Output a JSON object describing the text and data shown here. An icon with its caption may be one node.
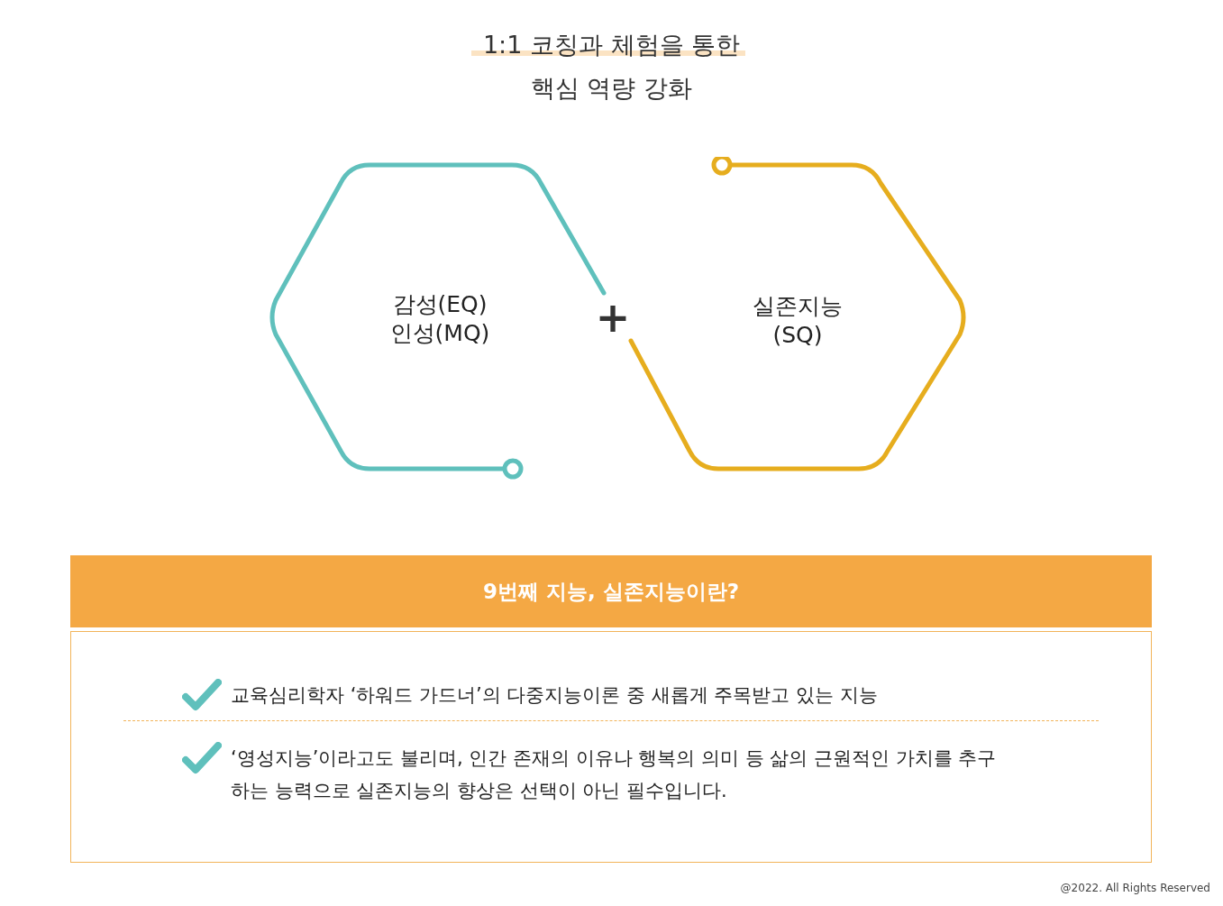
{
  "diagram": {
    "title": "1:1 코칭과 체험을 통한 핵심 역량 강화",
    "nodes": [
      {
        "text": [
          "감성(EQ)",
          "인성(MQ)"
        ]
      },
      {
        "text": [
          "실존지능 (SQ)"
        ]
      },
      {
        "text": [
          "9번째 지능, 실존지능이란?"
        ]
      },
      {
        "text": [
          "교육심리학자 ‘하워드 가드너’의 다중지능이론 중 새롭게 주목받고 있는 지능",
          "‘영성지능’이라고도 불리며, 인간 존재의 이유나 행복의 의미 등 삶의 근원적인 가치를 추구하는 능력으로 실존지능의 향상은 선택이 아닌 필수입니다."
        ]
      }
    ],
    "labels": [
      "+",
      "@2022. All Rights Reserved"
    ]
  }
}
